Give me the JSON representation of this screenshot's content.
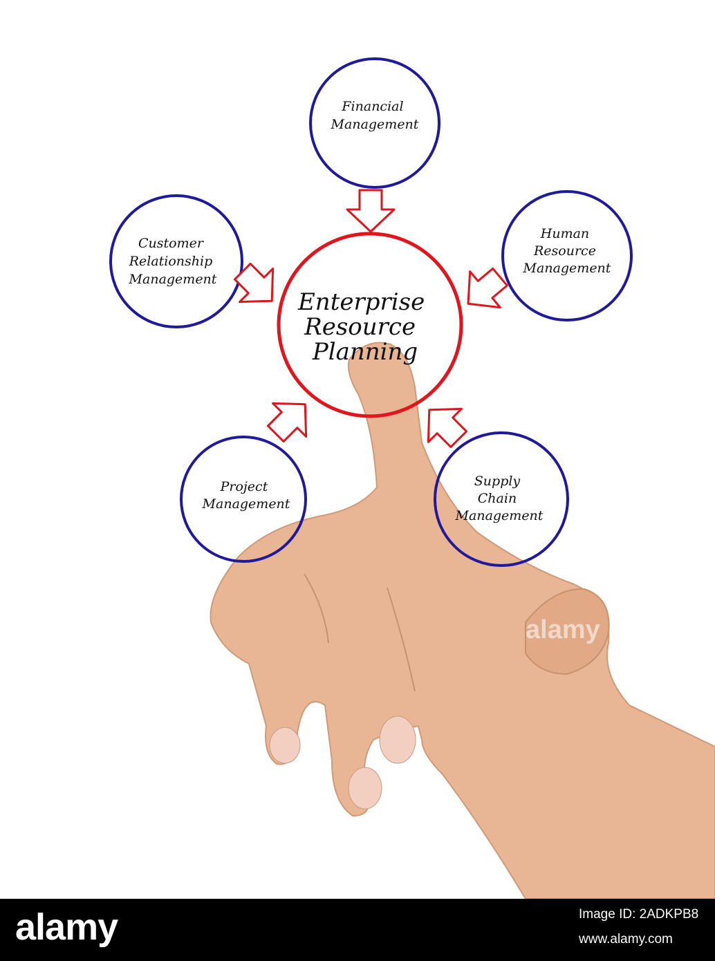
{
  "diagram": {
    "center": {
      "lines": [
        "Enterprise",
        "Resource",
        "Planning"
      ]
    },
    "nodes": [
      {
        "id": "financial",
        "lines": [
          "Financial",
          "Management"
        ]
      },
      {
        "id": "hr",
        "lines": [
          "Human",
          "Resource",
          "Management"
        ]
      },
      {
        "id": "crm",
        "lines": [
          "Customer",
          "Relationship",
          "Management"
        ]
      },
      {
        "id": "project",
        "lines": [
          "Project",
          "Management"
        ]
      },
      {
        "id": "supply",
        "lines": [
          "Supply",
          "Chain",
          "Management"
        ]
      }
    ]
  },
  "colors": {
    "node_circle": "#1f1a9c",
    "center_circle": "#e0151d",
    "arrow": "#e0151d",
    "skin": "#e8b694",
    "footer": "#000000"
  },
  "watermark": {
    "text": "alamy"
  },
  "footer": {
    "logo": "alamy",
    "image_id": "Image ID: 2ADKPB8",
    "url": "www.alamy.com"
  }
}
